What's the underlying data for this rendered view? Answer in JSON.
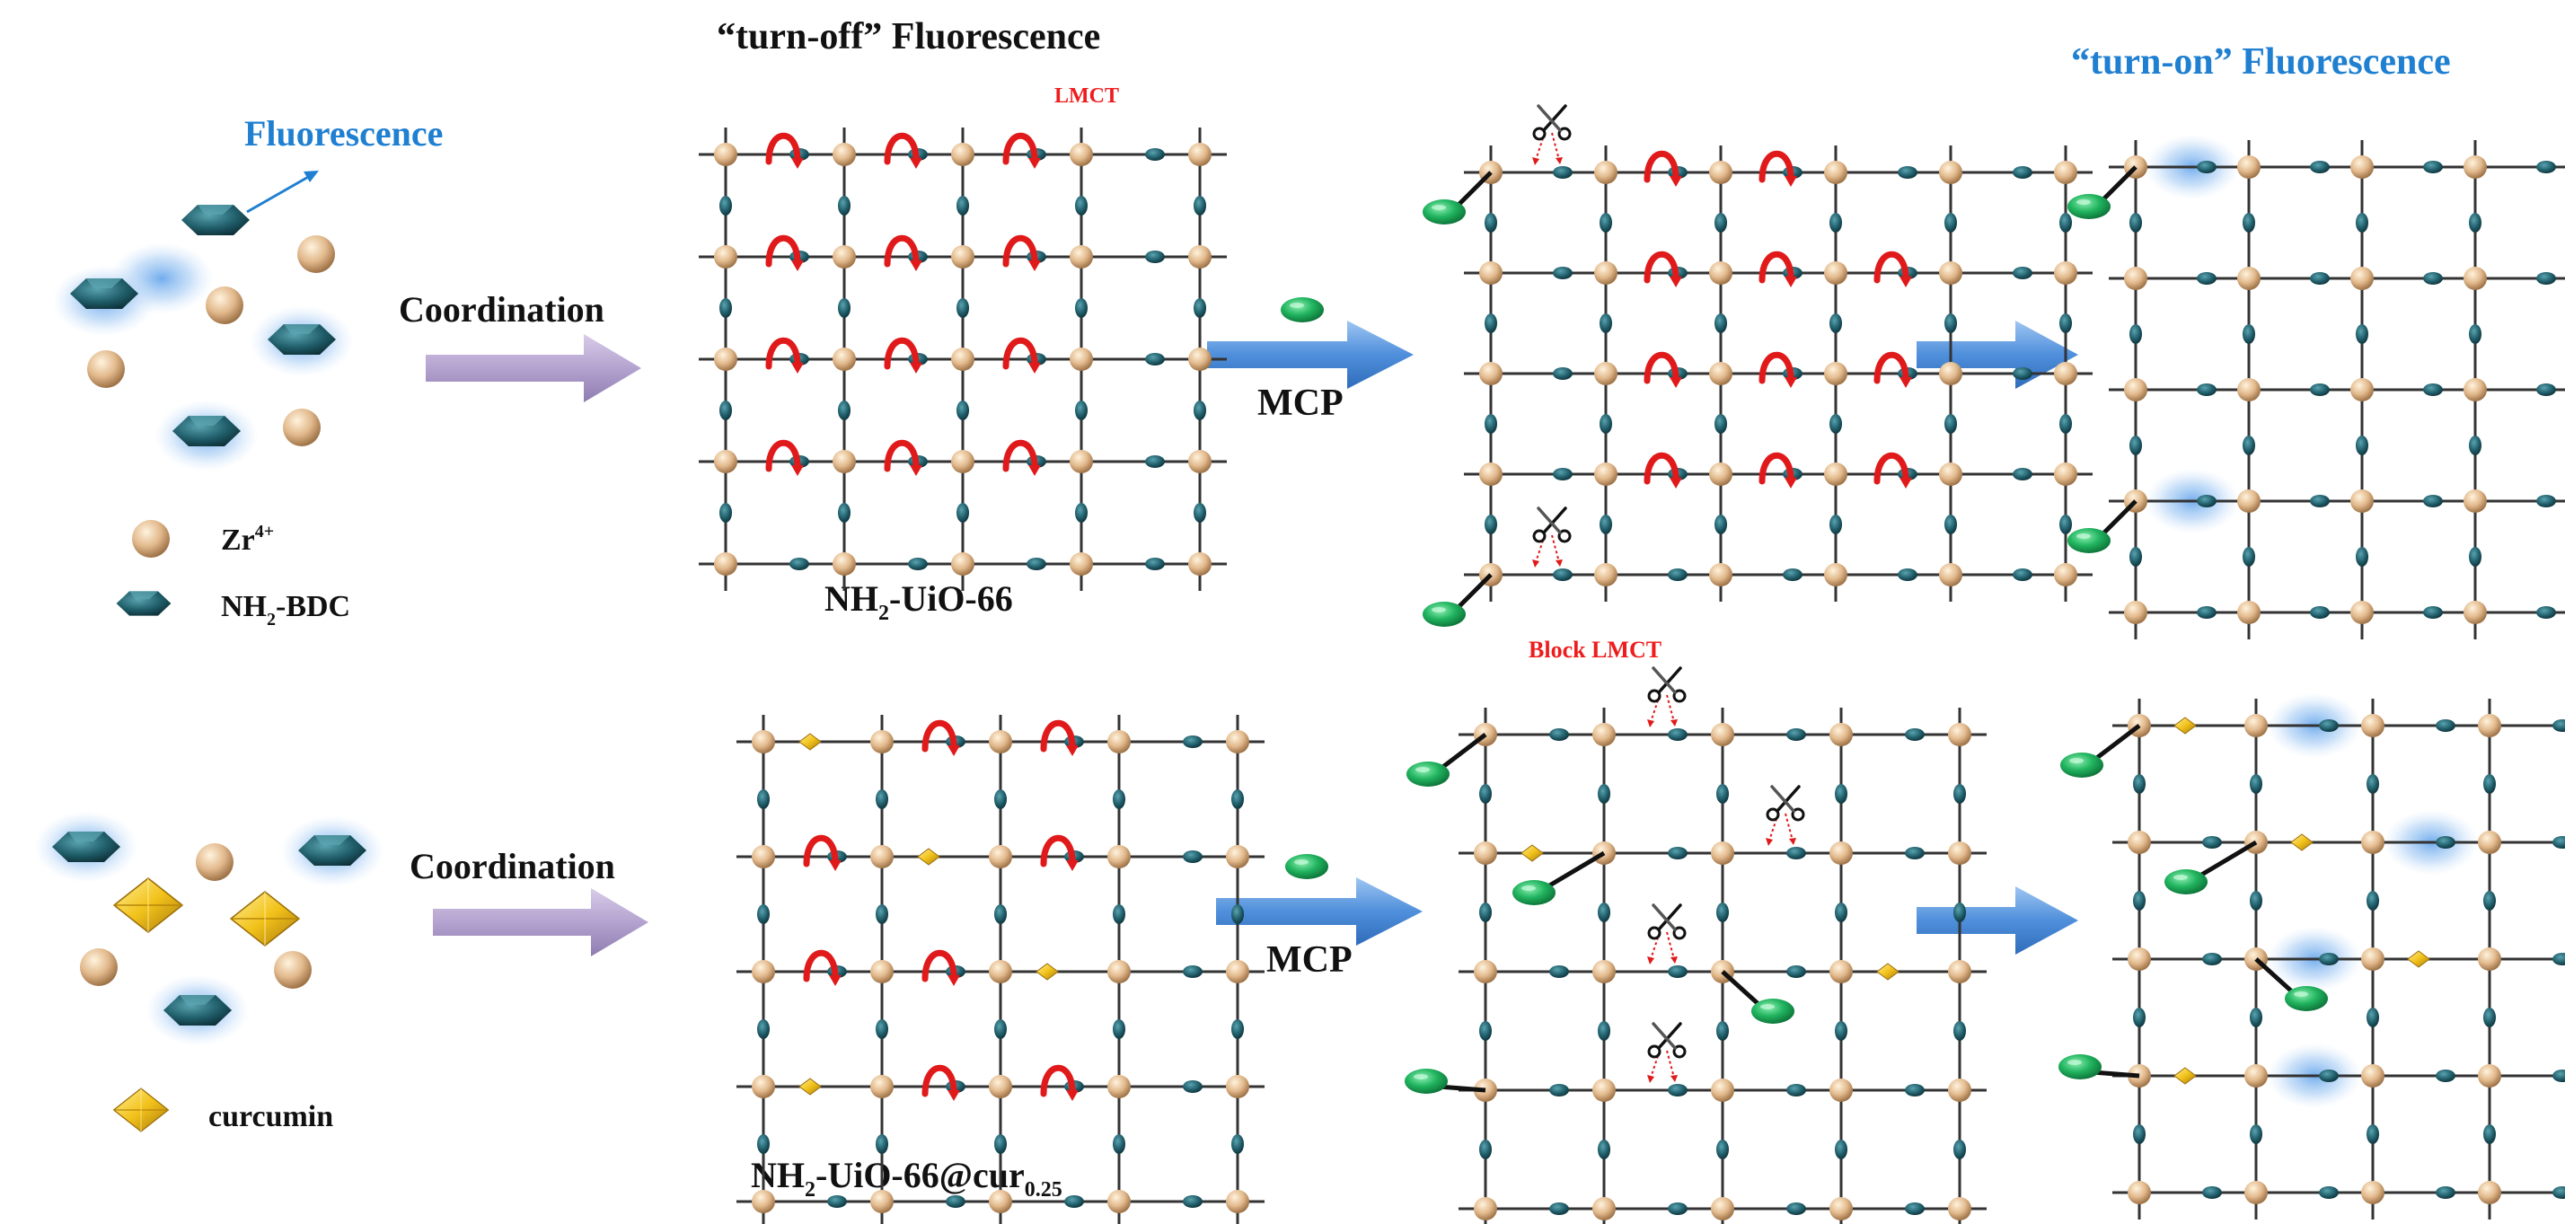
{
  "colors": {
    "zr_node": "#e2b98c",
    "linker": "#2c6e7a",
    "curcumin": "#f2c21b",
    "mcp": "#21b45f",
    "glow": "#7fb5ee",
    "lmct_arc": "#e01a1a",
    "arrow_purple": "#b4a3cf",
    "arrow_blue": "#4f8fdb",
    "title_blue": "#1f7fd1",
    "label_red": "#ee1c1c",
    "grid_line": "#333333"
  },
  "icons": [
    "zr-sphere-icon",
    "nh2-bdc-linker-icon",
    "curcumin-icon",
    "mcp-enzyme-icon",
    "scissors-icon",
    "lmct-arc-icon",
    "glow-icon"
  ],
  "legend": {
    "fluorescence": "Fluorescence",
    "zr": "Zr",
    "zr_sup": "4+",
    "linker_pre": "NH",
    "linker_sub": "2",
    "linker_post": "-BDC",
    "curcumin": "curcumin"
  },
  "arrows": {
    "coordination_top": "Coordination",
    "coordination_bottom": "Coordination",
    "mcp_top": "MCP",
    "mcp_bottom": "MCP"
  },
  "headings": {
    "turn_off": "“turn-off” Fluorescence",
    "turn_on": "“turn-on” Fluorescence",
    "lmct": "LMCT",
    "block_lmct": "Block LMCT"
  },
  "frameworks": {
    "top_pre": "NH",
    "top_sub": "2",
    "top_post": "-UiO-66",
    "bottom_pre": "NH",
    "bottom_sub": "2",
    "bottom_mid": "-UiO-66@cur",
    "bottom_sub2": "0.25"
  }
}
